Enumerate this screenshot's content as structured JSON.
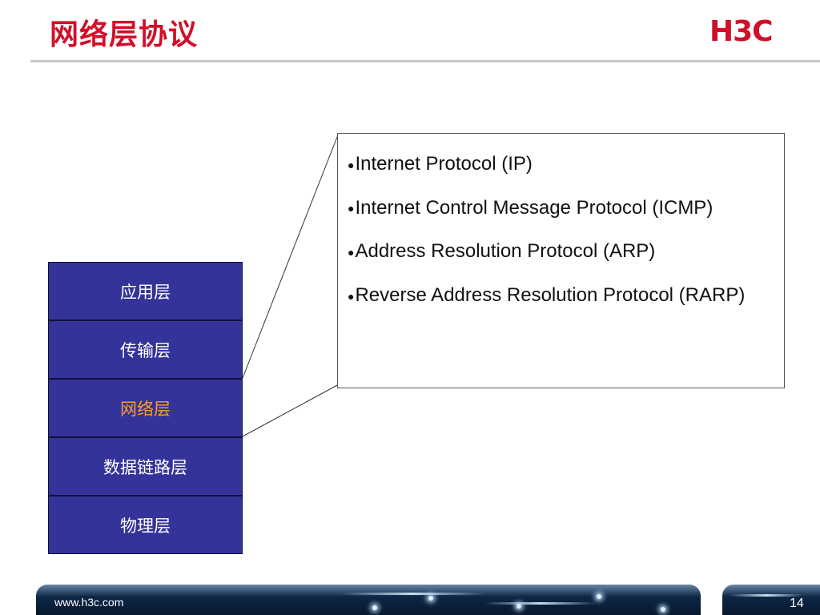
{
  "title": "网络层协议",
  "logo": {
    "text": "H3C",
    "color": "#d0102a"
  },
  "layers": [
    {
      "label": "应用层",
      "highlight": false
    },
    {
      "label": "传输层",
      "highlight": false
    },
    {
      "label": "网络层",
      "highlight": true
    },
    {
      "label": "数据链路层",
      "highlight": false
    },
    {
      "label": "物理层",
      "highlight": false
    }
  ],
  "protocols": [
    "Internet Protocol (IP)",
    "Internet Control Message Protocol (ICMP)",
    "Address Resolution Protocol (ARP)",
    "Reverse Address Resolution Protocol (RARP)"
  ],
  "footer": {
    "url": "www.h3c.com",
    "page": "14"
  },
  "colors": {
    "title": "#d0102a",
    "layer_bg": "#333399",
    "layer_text": "#ffffff",
    "highlight_text": "#ff9933"
  }
}
